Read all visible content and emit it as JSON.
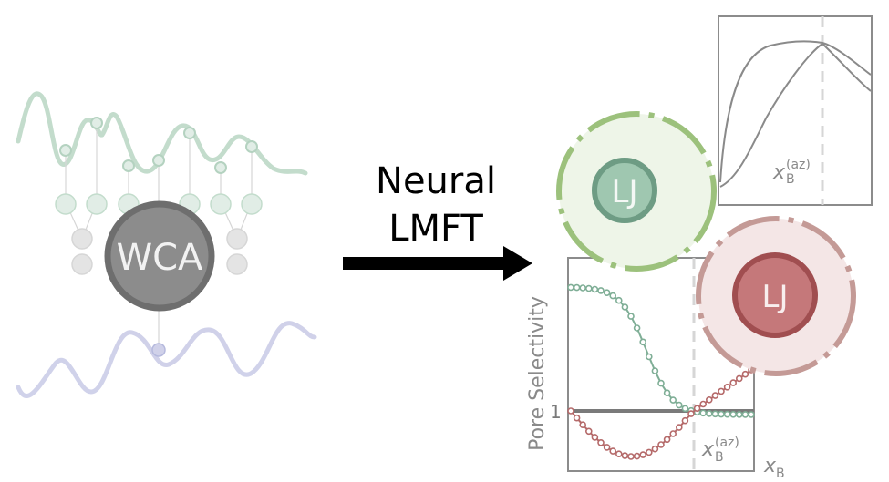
{
  "left_network": {
    "center_label": "WCA"
  },
  "arrow": {
    "line1": "Neural",
    "line2": "LMFT"
  },
  "particles": {
    "green_label": "LJ",
    "red_label": "LJ"
  },
  "top_plot": {
    "marker_label": "x",
    "marker_sub": "B",
    "marker_sup": "(az)"
  },
  "bottom_plot": {
    "ylabel": "Pore Selectivity",
    "ytick_label": "1",
    "marker_label": "x",
    "marker_sub": "B",
    "marker_sup": "(az)",
    "xlabel": "x",
    "xlabel_sub": "B"
  },
  "colors": {
    "green": "#7fae96",
    "green_light": "#c9e0d2",
    "red": "#b56a6a",
    "red_light": "#e7c9c9",
    "gray": "#7a7a7a",
    "lavender": "#b4b8de",
    "lime": "#9cc17c"
  }
}
